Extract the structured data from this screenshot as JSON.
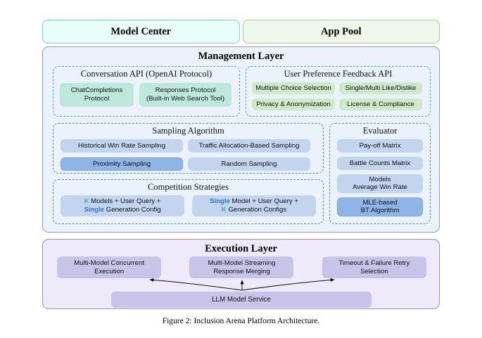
{
  "figure": {
    "caption": "Figure 2: Inclusion Arena Platform Architecture."
  },
  "top_bar": {
    "model_center": "Model Center",
    "app_pool": "App Pool"
  },
  "management_layer": {
    "title": "Management Layer",
    "conversation_api": {
      "title": "Conversation API (OpenAI Protocol)",
      "items": [
        "ChatCompletions\nProtocol",
        "Responses Protocol\n(Built-in Web Search Tool)"
      ],
      "item_1": "ChatCompletions Protocol",
      "item_2": "Responses Protocol (Built-in Web Search Tool)"
    },
    "user_preference_api": {
      "title": "User Preference Feedback API",
      "items": [
        "Multiple Choice Selection",
        "Single/Multi Like/Dislike",
        "Privacy & Anonymization",
        "License & Compliance"
      ]
    },
    "sampling_algorithm": {
      "title": "Sampling Algorithm",
      "items": [
        {
          "label": "Historical Win Rate Sampling",
          "highlighted": false
        },
        {
          "label": "Traffic Allocation-Based Sampling",
          "highlighted": false
        },
        {
          "label": "Proximity Sampling",
          "highlighted": true
        },
        {
          "label": "Random Sampling",
          "highlighted": false
        }
      ]
    },
    "competition_strategies": {
      "title": "Competition Strategies",
      "strategy_1": {
        "line1_kw": "K",
        "line1_rest": " Models  +  User Query  +",
        "line2_kw": "Single",
        "line2_rest": " Generation Config"
      },
      "strategy_2": {
        "line1_kw": "Single",
        "line1_rest": "  Model  +  User Query  +",
        "line2_kw": "K",
        "line2_rest": " Generation Configs"
      }
    },
    "evaluator": {
      "title": "Evaluator",
      "items": [
        {
          "label": "Pay-off Matrix",
          "highlighted": false
        },
        {
          "label": "Battle Counts Matrix",
          "highlighted": false
        },
        {
          "label": "Models\nAverage Win Rate",
          "highlighted": false
        },
        {
          "label": "MLE-based\nBT Algorithm",
          "highlighted": true
        }
      ],
      "item_3_line1": "Models",
      "item_3_line2": "Average Win Rate",
      "item_4_line1": "MLE-based",
      "item_4_line2": "BT Algorithm"
    }
  },
  "execution_layer": {
    "title": "Execution Layer",
    "boxes": [
      {
        "line1": "Multi-Model Concurrent",
        "line2": "Execution"
      },
      {
        "line1": "Multi-Model Streaming",
        "line2": "Response Merging"
      },
      {
        "line1": "Timeout & Failure Retry",
        "line2": "Selection"
      }
    ],
    "service_bar": "LLM Model Service"
  },
  "colors": {
    "mint": "#bfe8dc",
    "green": "#cfeacb",
    "blue": "#c3d4ee",
    "blue_highlight": "#8fb4e8",
    "lavender": "#c8c3e8",
    "mgmt_panel": "#eaf2fc",
    "exec_panel": "#eeeafa",
    "keyword_k": "#2fb8a2",
    "keyword_single": "#2878d0"
  }
}
